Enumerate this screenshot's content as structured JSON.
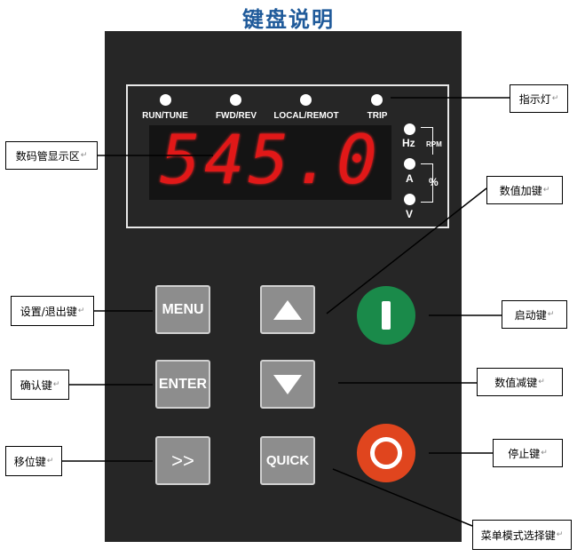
{
  "title": "键盘说明",
  "indicators": [
    {
      "label": "RUN/TUNE"
    },
    {
      "label": "FWD/REV"
    },
    {
      "label": "LOCAL/REMOT"
    },
    {
      "label": "TRIP"
    }
  ],
  "display_value": "545.0",
  "units": {
    "hz": "Hz",
    "rpm": "RPM",
    "a": "A",
    "percent": "%",
    "v": "V"
  },
  "keys": {
    "menu": "MENU",
    "enter": "ENTER",
    "shift": ">>",
    "quick": "QUICK"
  },
  "callouts": {
    "indicator_lights": "指示灯",
    "display_area": "数码管显示区",
    "increase_key": "数值加键",
    "start_key": "启动键",
    "decrease_key": "数值减键",
    "stop_key": "停止键",
    "menu_select_key": "菜单模式选择键",
    "set_exit_key": "设置/退出键",
    "confirm_key": "确认键",
    "shift_key": "移位键"
  },
  "return_mark": "↵",
  "colors": {
    "panel": "#262626",
    "digits": "#e11818",
    "start": "#1a8a4a",
    "stop": "#e0451e",
    "title": "#1f5a9a"
  }
}
